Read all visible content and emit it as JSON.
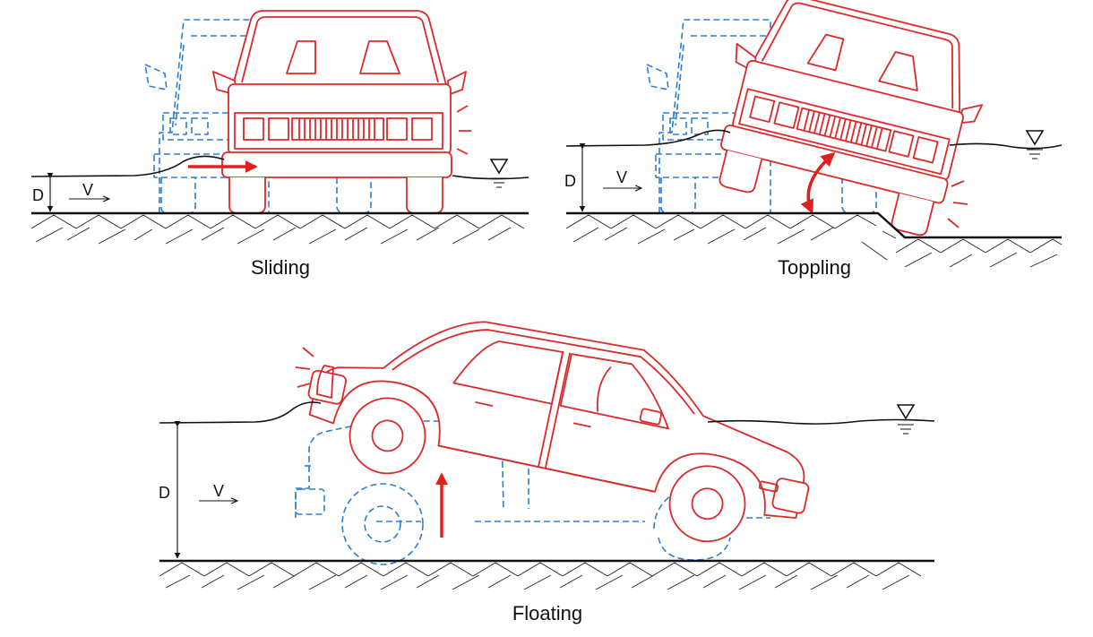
{
  "panels": [
    {
      "caption": "Sliding",
      "depth_label": "D",
      "velocity_label": "V"
    },
    {
      "caption": "Toppling",
      "depth_label": "D",
      "velocity_label": "V"
    },
    {
      "caption": "Floating",
      "depth_label": "D",
      "velocity_label": "V"
    }
  ],
  "colors": {
    "vehicle_displaced": "#d92b2b",
    "vehicle_original": "#2b7fd1",
    "force_arrow": "#e0201e"
  },
  "icons": [
    "water-surface-icon",
    "force-arrow-icon",
    "hatched-ground-icon"
  ]
}
